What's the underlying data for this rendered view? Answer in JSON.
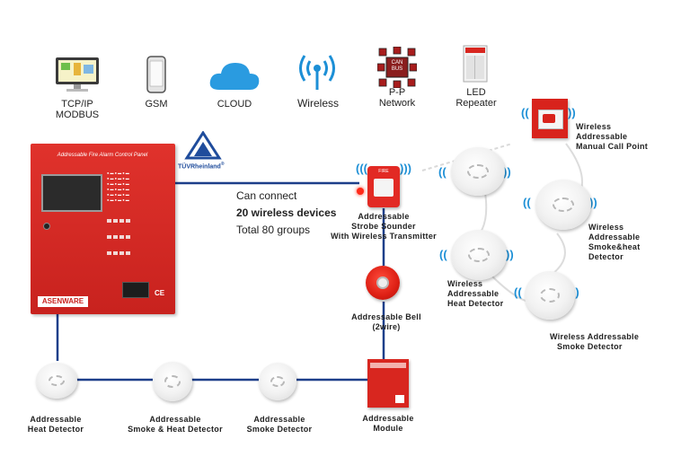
{
  "top_icons": [
    {
      "name": "tcpip-icon",
      "label_line1": "TCP/IP",
      "label_line2": "MODBUS"
    },
    {
      "name": "gsm-icon",
      "label_line1": "GSM",
      "label_line2": ""
    },
    {
      "name": "cloud-icon",
      "label_line1": "CLOUD",
      "label_line2": ""
    },
    {
      "name": "wireless-icon",
      "label_line1": "Wireless",
      "label_line2": ""
    },
    {
      "name": "can-bus-icon",
      "label_line1": "P-P",
      "label_line2": "Network",
      "badge_line1": "CAN",
      "badge_line2": "BUS"
    },
    {
      "name": "led-repeater-icon",
      "label_line1": "LED",
      "label_line2": "Repeater"
    }
  ],
  "panel": {
    "title": "Addressable Fire Alarm Control Panel",
    "brand": "ASENWARE",
    "ce_mark": "CE"
  },
  "certification": {
    "label": "TÜVRheinland",
    "registered": "®"
  },
  "connection_text": {
    "line1": "Can connect",
    "line2": "20 wireless devices",
    "line3": "Total 80 groups"
  },
  "devices": {
    "strobe_sounder": {
      "line1": "Addressable",
      "line2": "Strobe Sounder",
      "line3": "With Wireless Transmitter",
      "badge": "FIRE"
    },
    "bell": {
      "line1": "Addressable Bell",
      "line2": "(2wire)"
    },
    "module": {
      "line1": "Addressable",
      "line2": "Module"
    },
    "heat_detector": {
      "line1": "Addressable",
      "line2": "Heat Detector"
    },
    "smoke_heat_detector": {
      "line1": "Addressable",
      "line2": "Smoke & Heat Detector"
    },
    "smoke_detector": {
      "line1": "Addressable",
      "line2": "Smoke  Detector"
    },
    "wireless_mcp": {
      "line1": "Wireless",
      "line2": "Addressable",
      "line3": "Manual Call Point"
    },
    "wireless_smoke_heat": {
      "line1": "Wireless",
      "line2": "Addressable",
      "line3": "Smoke&heat",
      "line4": "Detector"
    },
    "wireless_heat": {
      "line1": "Wireless",
      "line2": "Addressable",
      "line3": "Heat Detector"
    },
    "wireless_smoke": {
      "line1": "Wireless Addressable",
      "line2": "Smoke Detector"
    }
  },
  "colors": {
    "panel_red": "#d0261f",
    "bus_line": "#1d3f8a",
    "wireless_wave": "#1c8fd6",
    "tuv_blue": "#1f4c9c"
  }
}
